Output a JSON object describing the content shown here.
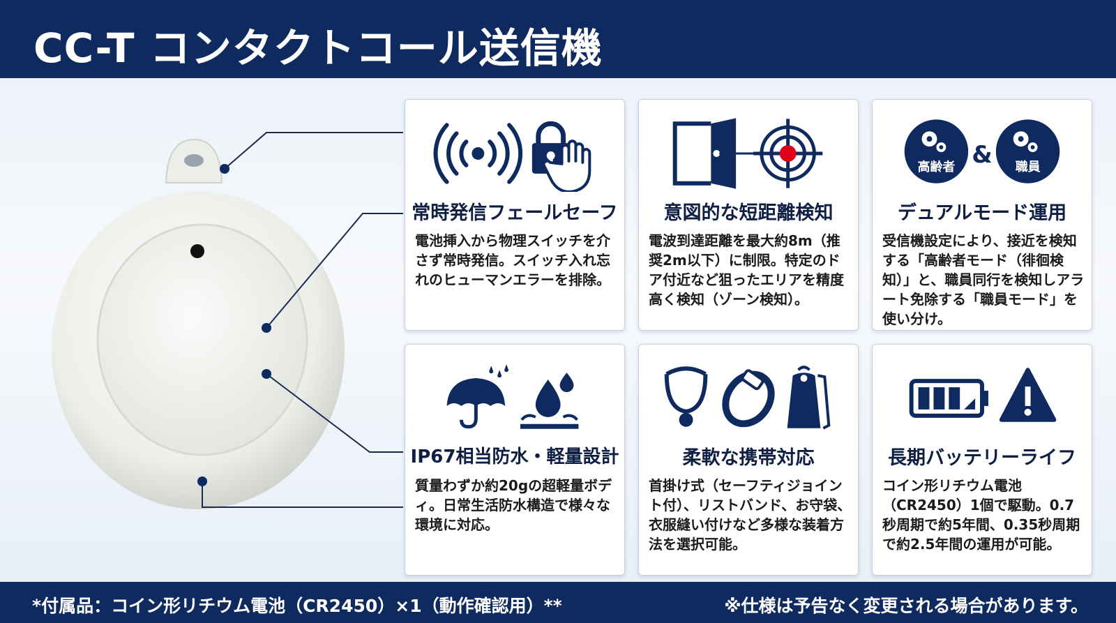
{
  "header": {
    "title": "CC-T コンタクトコール送信機"
  },
  "features": [
    {
      "title": "常時発信フェールセーフ",
      "text": "電池挿入から物理スイッチを介さず常時発信。スイッチ入れ忘れのヒューマンエラーを排除。",
      "icons": [
        "wireless-signal-icon",
        "lock-hand-icon"
      ]
    },
    {
      "title": "意図的な短距離検知",
      "text": "電波到達距離を最大約8m（推奨2m以下）に制限。特定のドア付近など狙ったエリアを精度高く検知（ゾーン検知）。",
      "icons": [
        "door-icon",
        "target-icon"
      ]
    },
    {
      "title": "デュアルモード運用",
      "text": "受信機設定により、接近を検知する「高齢者モード（徘徊検知）」と、職員同行を検知しアラート免除する「職員モード」を使い分け。",
      "icons": [
        "gears-elderly-icon",
        "gears-staff-icon"
      ],
      "badge_left": "高齢者",
      "badge_amp": "&",
      "badge_right": "職員"
    },
    {
      "title": "IP67相当防水・軽量設計",
      "text": "質量わずか約20gの超軽量ボディ。日常生活防水構造で様々な環境に対応。",
      "icons": [
        "umbrella-rain-icon",
        "water-drop-icon"
      ]
    },
    {
      "title": "柔軟な携帯対応",
      "text": "首掛け式（セーフティジョイント付）、リストバンド、お守袋、衣服縫い付けなど多様な装着方法を選択可能。",
      "icons": [
        "necklace-icon",
        "wristband-icon",
        "amulet-bag-icon"
      ]
    },
    {
      "title": "長期バッテリーライフ",
      "text": "コイン形リチウム電池（CR2450）1個で駆動。0.7秒周期で約5年間、0.35秒周期で約2.5年間の運用が可能。",
      "icons": [
        "battery-icon",
        "warning-icon"
      ]
    }
  ],
  "footer": {
    "left": "*付属品：コイン形リチウム電池（CR2450）×1（動作確認用）**",
    "right": "※仕様は予告なく変更される場合があります。"
  },
  "colors": {
    "navy": "#0f2a5f",
    "accent_red": "#e0001b"
  }
}
